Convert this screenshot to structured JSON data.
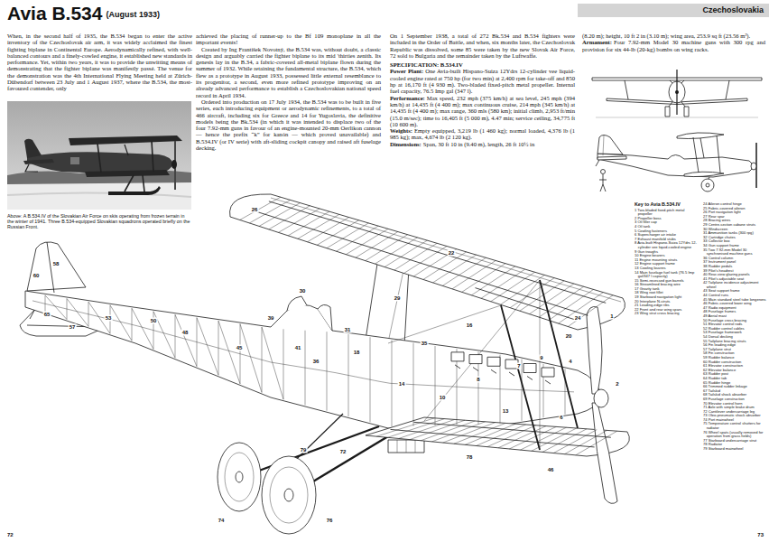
{
  "diagram": {
    "title": "Avia B.534",
    "labels": [
      "(August 1933)",
      "Czechoslovakia",
      "When, in the second half of 1935, the B.534 began to enter the active inventory of the Czechoslovak air arm, it was widely acclaimed the finest fighting biplane in Continental Europe. Aerodynamically refined, with well-balanced contours and a finely-cowled engine, it established new standards in performance. Yet, within two years, it was to provide the unwitting means of demonstrating that the fighter biplane was manifestly passé. The venue for the demonstration was the 4th International Flying Meeting held at Zürich-Dübendorf between 23 July and 1 August 1937, where the B.534, the most-favoured contender, only",
      "achieved the placing of runner-up to the Bf 109 monoplane in all the important events!",
      "Created by Ing František Novotný, the B.534 was, without doubt, a classic design and arguably carried the fighter biplane to its mid 'thirties zenith. Its genesis lay in the B.34, a fabric-covered all-metal biplane flown during the summer of 1932. While retaining the fundamental structure, the B.534, which flew as a prototype in August 1933, possessed little external resemblance to its progenitor, a second, even more refined prototype improving on an already advanced performance to establish a Czechoslovakian national speed record in April 1934.",
      "Ordered into production on 17 July 1934, the B.534 was to be built in five series, each introducing equipment or aerodynamic refinements, to a total of 466 aircraft, including six for Greece and 14 for Yugoslavia, the definitive models being the Bk.534 (in which it was intended to displace two of the four 7.92-mm guns in favour of an engine-mounted 20-mm Oerlikon cannon — hence the prefix “k” for kanón — which proved unavailable) and B.534.IV (or IV serie) with aft-sliding cockpit canopy and raised aft fuselage decking.",
      "On 1 September 1938, a total of 272 Bk.534 and B.534 fighters were included in the Order of Battle, and when, six months later, the Czechoslovak Republic was dissolved, some 85 were taken by the new Slovak Air Force, 72 sold to Bulgaria and the remainder taken by the Luftwaffe.",
      "SPECIFICATION: B.534.IV",
      "Power Plant:",
      "One Avia-built Hispano-Suiza 12Ydrs 12-cylinder vee liquid-cooled engine rated at 750 hp (for two min) at 2,400 rpm for take-off and 850 hp at 16,170 ft (4 930 m). Two-bladed fixed-pitch metal propeller. Internal fuel capacity, 76.5 Imp gal (347 l).",
      "Performance:",
      "Max speed, 232 mph (375 km/h) at sea level, 245 mph (394 km/h) at 14,435 ft (4 400 m); max continuous cruise, 214 mph (345 km/h) at 14,435 ft (4 400 m); max range, 360 mls (580 km); initial climb, 2,953 ft/min (15.0 m/sec); time to 16,405 ft (5 000 m), 4.47 min; service ceiling, 34,775 ft (10 600 m).",
      "Weights:",
      "Empty equipped, 3,219 lb (1 460 kg); normal loaded, 4,376 lb (1 985 kg); max, 4,674 lb (2 120 kg).",
      "Dimensions:",
      "Span, 30 ft 10 in (9.40 m), length, 26 ft 10½ in",
      "(8.20 m); height, 10 ft 2 in (3.10 m); wing area, 253.9 sq ft (23.56 m²).",
      "Armament:",
      "Four 7.92-mm Model 30 machine guns with 300 rpg and provision for six 44-lb (20-kg) bombs on wing racks.",
      "Above: A B.534.IV of the Slovakian Air Force on skis operating from frozen terrain in the winter of 1941. Three B.534-equipped Slovakian squadrons operated briefly on the Russian Front.",
      "72",
      "73",
      "Key to Avia B.534.IV",
      "1 Two-bladed fixed-pitch metal propeller",
      "2 Propeller boss",
      "3 Oil filler cap",
      "4 Oil tank",
      "5 Cowling fasteners",
      "6 Supercharger air intake",
      "7 Exhaust manifold stubs",
      "8 Avia-built Hispano-Suiza 12Ydrs 12-cylinder vee liquid-cooled engine",
      "9 Gun troughs",
      "10 Engine bearers",
      "11 Engine mounting struts",
      "12 Engine support frame",
      "13 Cowling louvres",
      "14 Main fuselage fuel tank (76.5 Imp gal/347 l capacity)",
      "15 Semi-recessed gun barrels",
      "16 Streamlined bracing wire",
      "17 Gravity tank",
      "18 Wing root fillet",
      "19 Starboard navigation light",
      "20 Interplane N-struts",
      "21 Leading-edge ribs",
      "22 Front and rear wing spars",
      "23 Wing strut cross bracing",
      "24 Aileron control hinge",
      "25 Fabric-covered aileron",
      "26 Port navigation light",
      "27 Rear spar",
      "28 Bracing wires",
      "29 Centre-section cabane struts",
      "30 Windscreen",
      "31 Ammunition tanks (300 rpg)",
      "32 Cartridge chutes",
      "33 Collector box",
      "34 Gun support frame",
      "35 Two 7.92-mm Model 30 synchronised machine guns",
      "36 Control column",
      "37 Instrument panel",
      "38 Rudder pedals",
      "39 Pilot's headrest",
      "40 Rear-view glazing panels",
      "41 Pilot's adjustable seat",
      "42 Tailplane incidence adjustment wheel",
      "43 Seat support frame",
      "44 Control runs",
      "45 Main standard steel tube longerons",
      "46 Fabric-covered lower wing",
      "47 Radio equipment",
      "48 Fuselage frames",
      "49 Aerial mast",
      "50 Fuselage cross bracing",
      "51 Elevator control rods",
      "52 Rudder control cables",
      "53 Fuselage framework",
      "54 Dorsal decking",
      "55 Tailplane bracing struts",
      "56 Fin leading edge",
      "57 Tailplane strut",
      "58 Fin construction",
      "59 Rudder balance",
      "60 Rudder construction",
      "61 Elevator construction",
      "62 Elevator balance",
      "63 Rudder post",
      "64 Rudder tab",
      "65 Rudder hinge",
      "66 Trimmed rudder linkage",
      "67 Tailskid",
      "68 Tailskid shock absorber",
      "69 Fuselage construction",
      "70 Elevator control horn",
      "71 Axle with simple brake drum",
      "72 Cantilever undercarriage leg",
      "73 Oleo-pneumatic shock absorber",
      "74 Port mainwheel",
      "75 Temperature control shutters for radiator",
      "76 Wheel spats (usually removed for operation from grass fields)",
      "77 Starboard undercarriage strut",
      "78 Radiator",
      "79 Starboard mainwheel",
      "1",
      "2",
      "4",
      "6",
      "7",
      "8",
      "9",
      "10",
      "13",
      "14",
      "16",
      "18",
      "20",
      "22",
      "24",
      "26",
      "29",
      "30",
      "31",
      "35",
      "36",
      "39",
      "41",
      "45",
      "46",
      "48",
      "50",
      "53",
      "57",
      "58",
      "60",
      "65",
      "72",
      "74",
      "76",
      "78",
      "79"
    ]
  }
}
